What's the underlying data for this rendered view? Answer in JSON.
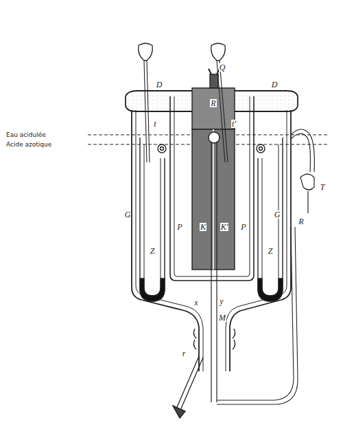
{
  "diagram": {
    "labels": [
      "Eau acidulée",
      "Acide azotique",
      "t",
      "t'",
      "Q",
      "D",
      "D",
      "R",
      "G",
      "G",
      "R",
      "T",
      "P",
      "P",
      "K",
      "K'",
      "Z",
      "Z",
      "x",
      "y",
      "M",
      "r"
    ]
  }
}
